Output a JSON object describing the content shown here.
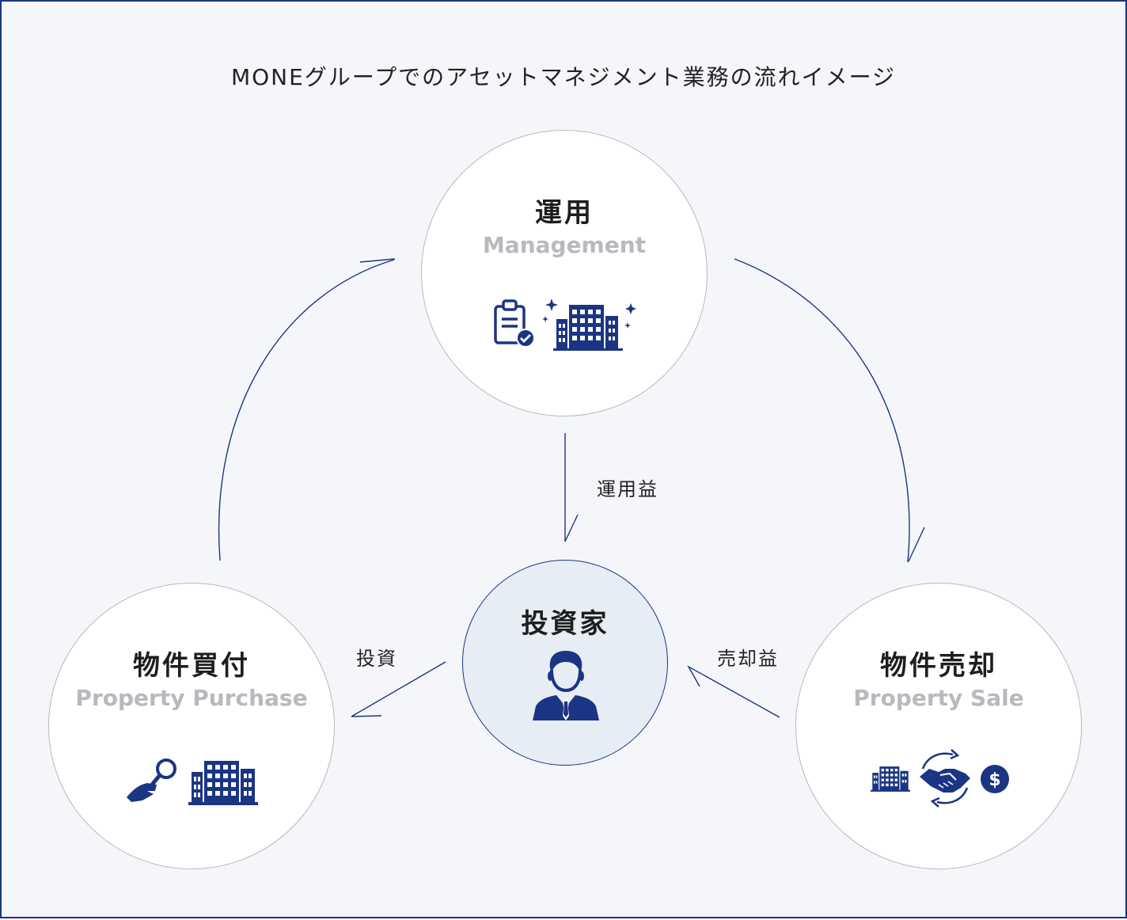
{
  "title": "MONEグループでのアセットマネジメント業務の流れイメージ",
  "nodes": {
    "management": {
      "jp": "運用",
      "en": "Management"
    },
    "purchase": {
      "jp": "物件買付",
      "en": "Property Purchase"
    },
    "sale": {
      "jp": "物件売却",
      "en": "Property Sale"
    },
    "investor": {
      "jp": "投資家"
    }
  },
  "flows": {
    "operating_income": "運用益",
    "investment": "投資",
    "sale_income": "売却益"
  },
  "icons": {
    "management": [
      "clipboard-check-icon",
      "sparkling-building-icon"
    ],
    "purchase": [
      "hand-magnifier-icon",
      "building-icon"
    ],
    "sale": [
      "building-icon",
      "handshake-cycle-icon",
      "dollar-coin-icon"
    ],
    "investor": [
      "businessman-icon"
    ]
  },
  "colors": {
    "accent": "#1b3584",
    "background": "#f4f6fa",
    "investor_fill": "#e6edf5"
  }
}
